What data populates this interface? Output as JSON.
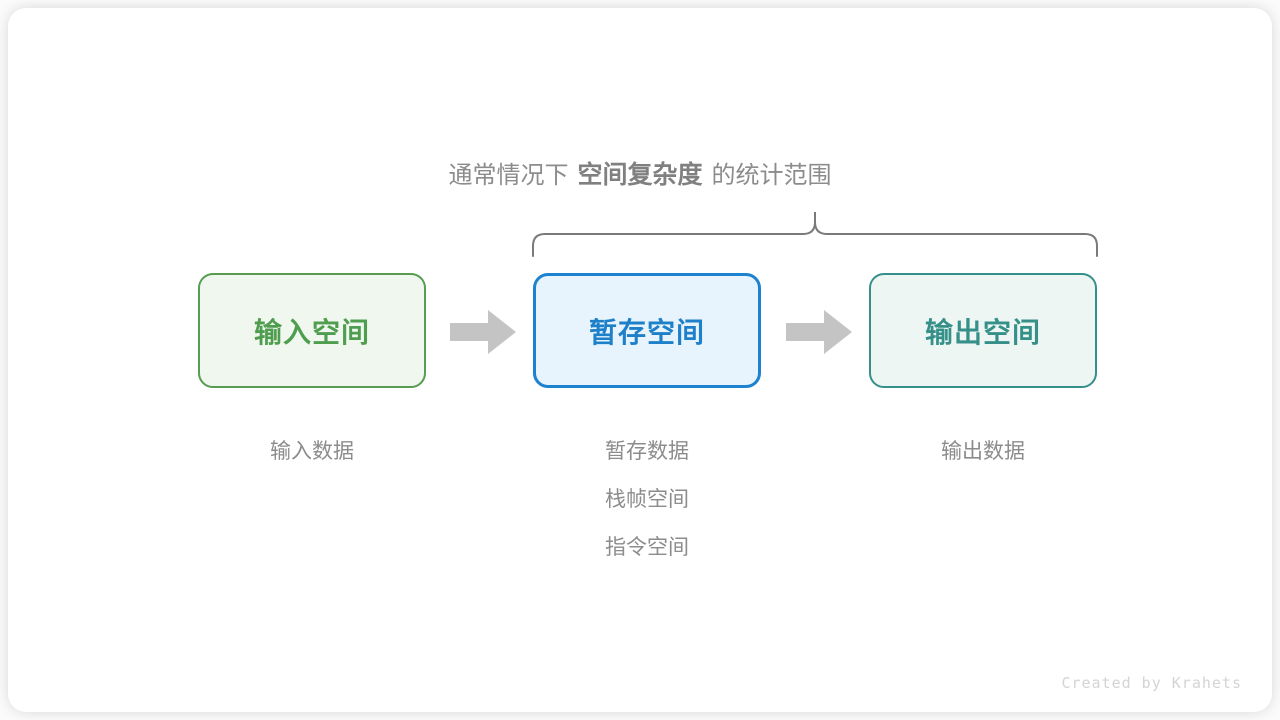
{
  "diagram": {
    "heading": {
      "prefix": "通常情况下",
      "emphasis": "空间复杂度",
      "suffix": "的统计范围"
    },
    "brace": {
      "name": "curly-brace-span",
      "color": "#7a7a7a",
      "covers": [
        "暂存空间",
        "输出空间"
      ]
    },
    "boxes": [
      {
        "label": "输入空间",
        "border_color": "#589c52",
        "fill_color": "#f0f7ef",
        "text_color": "#4f9e4f"
      },
      {
        "label": "暂存空间",
        "border_color": "#1d82cf",
        "fill_color": "#e8f4fd",
        "text_color": "#1d80c8"
      },
      {
        "label": "输出空间",
        "border_color": "#35908b",
        "fill_color": "#eef6f4",
        "text_color": "#359089"
      }
    ],
    "arrows": {
      "color": "#c4c4c4",
      "count": 2
    },
    "captions": [
      {
        "lines": [
          "输入数据"
        ]
      },
      {
        "lines": [
          "暂存数据",
          "栈帧空间",
          "指令空间"
        ]
      },
      {
        "lines": [
          "输出数据"
        ]
      }
    ],
    "watermark": "Created by Krahets"
  }
}
